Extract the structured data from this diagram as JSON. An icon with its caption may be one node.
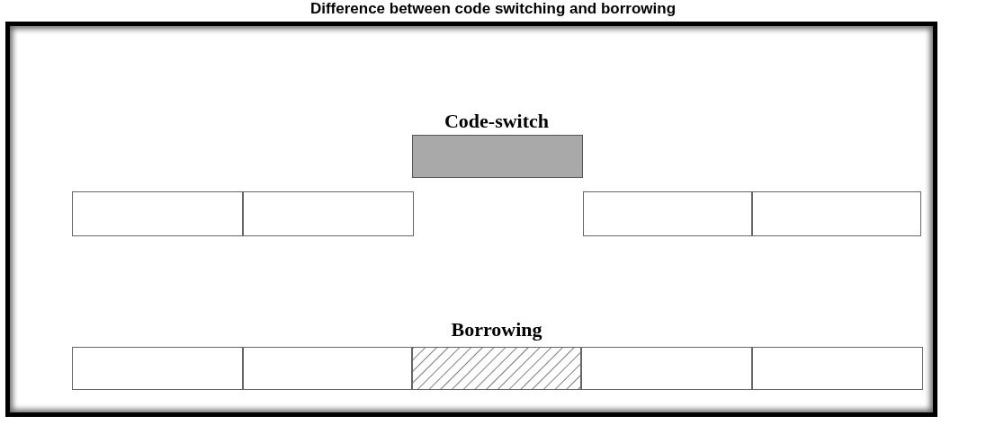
{
  "diagram": {
    "title": "Difference between code switching and borrowing",
    "nodes": [
      {
        "text": [],
        "shape": "box"
      },
      {
        "text": [],
        "shape": "box"
      },
      {
        "text": [],
        "shape": "box"
      },
      {
        "text": [],
        "shape": "box"
      },
      {
        "text": [],
        "shape": "box"
      },
      {
        "text": [],
        "shape": "box"
      },
      {
        "text": [],
        "shape": "box"
      },
      {
        "text": [],
        "shape": "box"
      },
      {
        "text": [],
        "shape": "box"
      },
      {
        "text": [],
        "shape": "box"
      }
    ],
    "edges": [],
    "labels": [
      "Code-switch",
      "Borrowing"
    ]
  }
}
